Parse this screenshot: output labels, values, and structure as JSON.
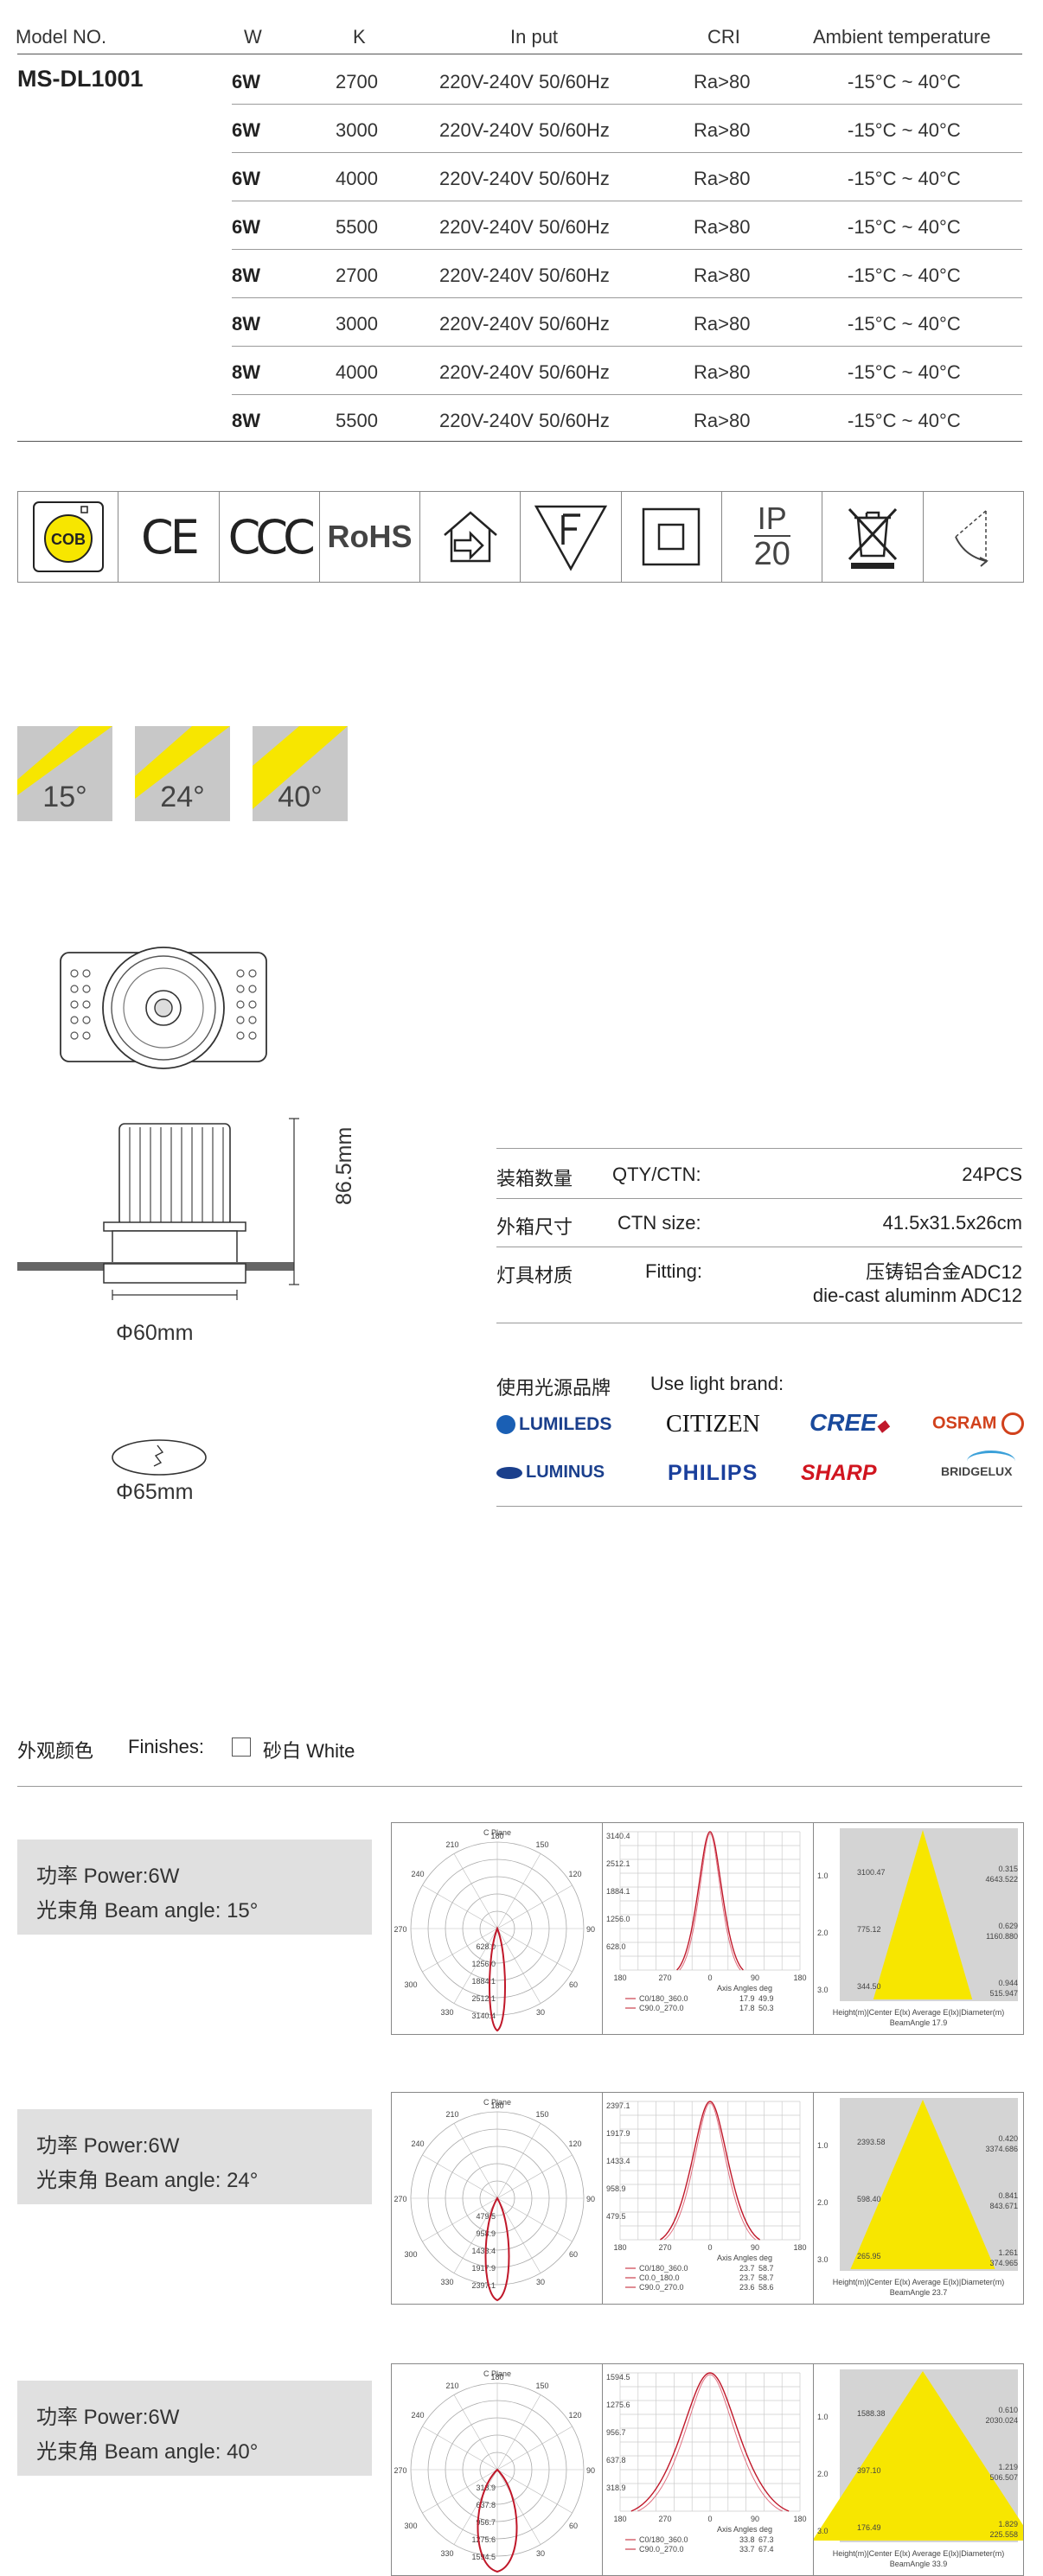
{
  "table": {
    "headers": {
      "model": "Model NO.",
      "w": "W",
      "k": "K",
      "input": "In put",
      "cri": "CRI",
      "ambient": "Ambient temperature"
    },
    "model": "MS-DL1001",
    "rows": [
      {
        "w": "6W",
        "k": "2700",
        "input": "220V-240V 50/60Hz",
        "cri": "Ra>80",
        "ambient": "-15°C ~ 40°C"
      },
      {
        "w": "6W",
        "k": "3000",
        "input": "220V-240V 50/60Hz",
        "cri": "Ra>80",
        "ambient": "-15°C ~ 40°C"
      },
      {
        "w": "6W",
        "k": "4000",
        "input": "220V-240V 50/60Hz",
        "cri": "Ra>80",
        "ambient": "-15°C ~ 40°C"
      },
      {
        "w": "6W",
        "k": "5500",
        "input": "220V-240V 50/60Hz",
        "cri": "Ra>80",
        "ambient": "-15°C ~ 40°C"
      },
      {
        "w": "8W",
        "k": "2700",
        "input": "220V-240V 50/60Hz",
        "cri": "Ra>80",
        "ambient": "-15°C ~ 40°C"
      },
      {
        "w": "8W",
        "k": "3000",
        "input": "220V-240V 50/60Hz",
        "cri": "Ra>80",
        "ambient": "-15°C ~ 40°C"
      },
      {
        "w": "8W",
        "k": "4000",
        "input": "220V-240V 50/60Hz",
        "cri": "Ra>80",
        "ambient": "-15°C ~ 40°C"
      },
      {
        "w": "8W",
        "k": "5500",
        "input": "220V-240V 50/60Hz",
        "cri": "Ra>80",
        "ambient": "-15°C ~ 40°C"
      }
    ]
  },
  "certs": {
    "cob": "COB",
    "ce": "CE",
    "ccc": "CCC",
    "rohs": "RoHS",
    "ip_top": "IP",
    "ip_bottom": "20"
  },
  "beams": [
    "15°",
    "24°",
    "40°"
  ],
  "dims": {
    "height": "86.5mm",
    "diameter": "Φ60mm",
    "cutout": "Φ65mm"
  },
  "packing": [
    {
      "cn": "装箱数量",
      "en": "QTY/CTN:",
      "value": "24PCS"
    },
    {
      "cn": "外箱尺寸",
      "en": "CTN size:",
      "value": "41.5x31.5x26cm"
    },
    {
      "cn": "灯具材质",
      "en": "Fitting:",
      "value": "压铸铝合金ADC12",
      "value2": "die-cast aluminm ADC12"
    }
  ],
  "brands": {
    "title_cn": "使用光源品牌",
    "title_en": "Use light brand:",
    "items": [
      "LUMILEDS",
      "CITIZEN",
      "CREE",
      "OSRAM",
      "LUMINUS",
      "PHILIPS",
      "SHARP",
      "BRIDGELUX"
    ]
  },
  "finishes": {
    "cn": "外观颜色",
    "en": "Finishes:",
    "option": "砂白 White"
  },
  "photometrics": [
    {
      "power": "功率 Power:6W",
      "beam": "光束角 Beam angle: 15°",
      "polar_title": "C Plane",
      "polar_vals": [
        "628.0",
        "1256.0",
        "1884.1",
        "2512.1",
        "3140.4"
      ],
      "cart_vals": [
        "3140.4",
        "2512.1",
        "1884.1",
        "1256.0",
        "628.0"
      ],
      "angles_title": "Axis Angles  deg",
      "legend": [
        "C0/180_360.0",
        "C90.0_270.0"
      ],
      "angle_a": [
        "17.9",
        "17.8"
      ],
      "angle_b": [
        "49.9",
        "50.3"
      ],
      "cone_rows": [
        {
          "h": "1.0",
          "c": "3100.47",
          "a": "4643.522",
          "d": "0.315"
        },
        {
          "h": "2.0",
          "c": "775.12",
          "a": "1160.880",
          "d": "0.629"
        },
        {
          "h": "3.0",
          "c": "344.50",
          "a": "515.947",
          "d": "0.944"
        }
      ],
      "cone_footer": "Height(m)|Center E(lx)   Average E(lx)|Diameter(m)",
      "beam_footer": "BeamAngle 17.9"
    },
    {
      "power": "功率 Power:6W",
      "beam": "光束角 Beam angle: 24°",
      "polar_title": "C Plane",
      "polar_vals": [
        "479.5",
        "958.9",
        "1433.4",
        "1917.9",
        "2397.1"
      ],
      "cart_vals": [
        "2397.1",
        "1917.9",
        "1433.4",
        "958.9",
        "479.5"
      ],
      "angles_title": "Axis Angles  deg",
      "legend": [
        "C0/180_360.0",
        "C0.0_180.0",
        "C90.0_270.0"
      ],
      "angle_a": [
        "23.7",
        "23.7",
        "23.6"
      ],
      "angle_b": [
        "58.7",
        "58.7",
        "58.6"
      ],
      "cone_rows": [
        {
          "h": "1.0",
          "c": "2393.58",
          "a": "3374.686",
          "d": "0.420"
        },
        {
          "h": "2.0",
          "c": "598.40",
          "a": "843.671",
          "d": "0.841"
        },
        {
          "h": "3.0",
          "c": "265.95",
          "a": "374.965",
          "d": "1.261"
        }
      ],
      "cone_footer": "Height(m)|Center E(lx)   Average E(lx)|Diameter(m)",
      "beam_footer": "BeamAngle 23.7"
    },
    {
      "power": "功率 Power:6W",
      "beam": "光束角 Beam angle: 40°",
      "polar_title": "C Plane",
      "polar_vals": [
        "318.9",
        "637.8",
        "956.7",
        "1275.6",
        "1594.5"
      ],
      "cart_vals": [
        "1594.5",
        "1275.6",
        "956.7",
        "637.8",
        "318.9"
      ],
      "angles_title": "Axis Angles  deg",
      "legend": [
        "C0/180_360.0",
        "C90.0_270.0"
      ],
      "angle_a": [
        "33.8",
        "33.7"
      ],
      "angle_b": [
        "67.3",
        "67.4"
      ],
      "cone_rows": [
        {
          "h": "1.0",
          "c": "1588.38",
          "a": "2030.024",
          "d": "0.610"
        },
        {
          "h": "2.0",
          "c": "397.10",
          "a": "506.507",
          "d": "1.219"
        },
        {
          "h": "3.0",
          "c": "176.49",
          "a": "225.558",
          "d": "1.829"
        }
      ],
      "cone_footer": "Height(m)|Center E(lx)   Average E(lx)|Diameter(m)",
      "beam_footer": "BeamAngle 33.9"
    }
  ],
  "colors": {
    "yellow": "#f7e600",
    "curve": "#c0182a",
    "gray_tile": "#c8c8c8",
    "box": "#e0e0e0"
  }
}
